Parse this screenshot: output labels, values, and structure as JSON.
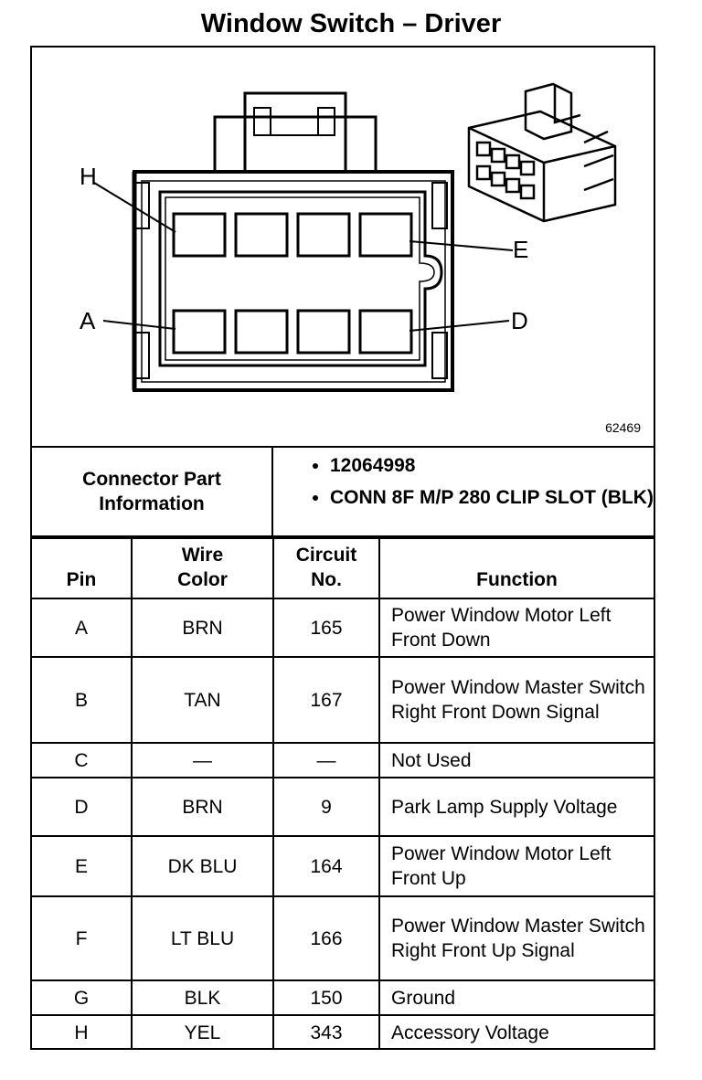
{
  "title": "Window Switch – Driver",
  "diagram": {
    "pin_labels": {
      "h": "H",
      "e": "E",
      "a": "A",
      "d": "D"
    },
    "figure_number": "62469"
  },
  "connector_info": {
    "label": "Connector Part Information",
    "values": [
      "12064998",
      "CONN 8F M/P 280 CLIP SLOT (BLK)"
    ]
  },
  "table": {
    "headers": {
      "pin": "Pin",
      "wire_color": "Wire Color",
      "circuit": "Circuit No.",
      "function": "Function"
    },
    "rows": [
      {
        "pin": "A",
        "wire": "BRN",
        "circuit": "165",
        "function": "Power Window Motor Left Front Down"
      },
      {
        "pin": "B",
        "wire": "TAN",
        "circuit": "167",
        "function": "Power Window Master Switch Right Front Down Signal"
      },
      {
        "pin": "C",
        "wire": "—",
        "circuit": "—",
        "function": "Not Used"
      },
      {
        "pin": "D",
        "wire": "BRN",
        "circuit": "9",
        "function": "Park Lamp Supply Voltage"
      },
      {
        "pin": "E",
        "wire": "DK BLU",
        "circuit": "164",
        "function": "Power Window Motor Left Front Up"
      },
      {
        "pin": "F",
        "wire": "LT BLU",
        "circuit": "166",
        "function": "Power Window Master Switch Right Front Up Signal"
      },
      {
        "pin": "G",
        "wire": "BLK",
        "circuit": "150",
        "function": "Ground"
      },
      {
        "pin": "H",
        "wire": "YEL",
        "circuit": "343",
        "function": "Accessory Voltage"
      }
    ]
  }
}
